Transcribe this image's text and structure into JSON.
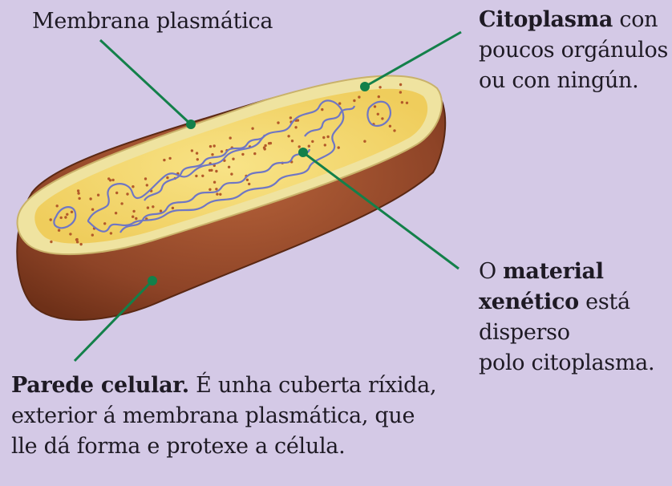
{
  "labels": {
    "membrane": {
      "text": "Membrana plasmática"
    },
    "cytoplasm": {
      "bold": "Citoplasma",
      "lines": [
        " con",
        "poucos orgánulos",
        "ou con ningún."
      ]
    },
    "genetic": {
      "lines_a": [
        "O ",
        "material"
      ],
      "bold2": "xenético",
      "rest2": " está",
      "lines": [
        "disperso",
        "polo citoplasma."
      ]
    },
    "wall": {
      "bold": "Parede celular.",
      "rest1": " É unha cuberta ríxida,",
      "lines": [
        "exterior á membrana plasmática, que",
        "lle dá forma e protexe a célula."
      ]
    }
  },
  "colors": {
    "background": "#d4c9e6",
    "leader": "#13804a",
    "cytoplasm": "#f4da7a",
    "membrane": "#efe3a0",
    "wall": "#9a4b2c",
    "dna": "#6f76c4"
  }
}
